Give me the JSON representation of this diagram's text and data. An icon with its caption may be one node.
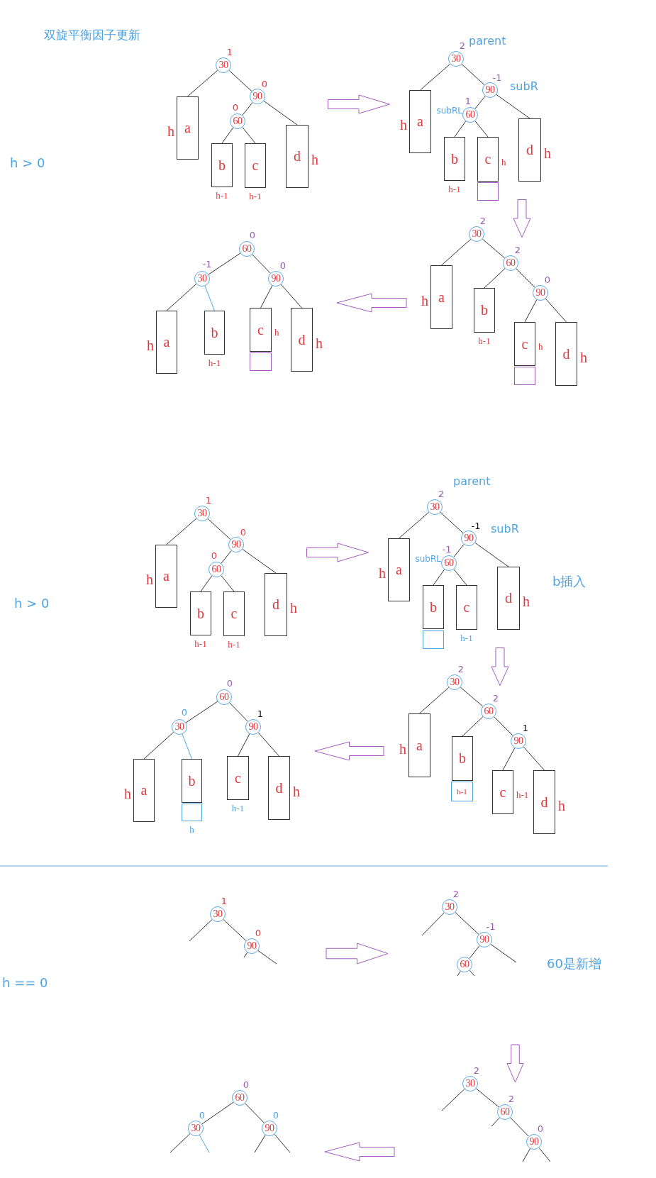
{
  "diagram": {
    "title": "双旋平衡因子更新",
    "nodes": [
      {
        "text": [
          "30"
        ],
        "beside": [
          "1"
        ]
      },
      {
        "text": [
          "90"
        ],
        "beside": [
          "0"
        ]
      },
      {
        "text": [
          "60"
        ],
        "beside": [
          "0"
        ]
      },
      {
        "text": [
          "a"
        ],
        "beside": [
          "h"
        ]
      },
      {
        "text": [
          "b"
        ],
        "beside": [
          "h-1"
        ]
      },
      {
        "text": [
          "c"
        ],
        "beside": [
          "h-1"
        ]
      },
      {
        "text": [
          "d"
        ],
        "beside": [
          "h"
        ]
      },
      {
        "text": [
          "30"
        ],
        "beside": [
          "2",
          "parent"
        ]
      },
      {
        "text": [
          "90"
        ],
        "beside": [
          "-1",
          "subR"
        ]
      },
      {
        "text": [
          "60"
        ],
        "beside": [
          "1",
          "subRL"
        ]
      },
      {
        "text": [
          "a"
        ],
        "beside": [
          "h"
        ]
      },
      {
        "text": [
          "b"
        ],
        "beside": [
          "h-1"
        ]
      },
      {
        "text": [
          "c"
        ],
        "beside": [
          "h"
        ]
      },
      {
        "text": [
          "d"
        ],
        "beside": [
          "h"
        ]
      },
      {
        "text": [],
        "shape": "box"
      },
      {
        "text": [
          "30"
        ],
        "beside": [
          "2"
        ]
      },
      {
        "text": [
          "60"
        ],
        "beside": [
          "2"
        ]
      },
      {
        "text": [
          "90"
        ],
        "beside": [
          "0"
        ]
      },
      {
        "text": [
          "a"
        ],
        "beside": [
          "h"
        ]
      },
      {
        "text": [
          "b"
        ],
        "beside": [
          "h-1"
        ]
      },
      {
        "text": [
          "c"
        ],
        "beside": [
          "h"
        ]
      },
      {
        "text": [
          "d"
        ],
        "beside": [
          "h"
        ]
      },
      {
        "text": [],
        "shape": "box"
      },
      {
        "text": [
          "60"
        ],
        "beside": [
          "0"
        ]
      },
      {
        "text": [
          "30"
        ],
        "beside": [
          "-1"
        ]
      },
      {
        "text": [
          "90"
        ],
        "beside": [
          "0"
        ]
      },
      {
        "text": [
          "a"
        ],
        "beside": [
          "h"
        ]
      },
      {
        "text": [
          "b"
        ],
        "beside": [
          "h-1"
        ]
      },
      {
        "text": [
          "c"
        ],
        "beside": [
          "h"
        ]
      },
      {
        "text": [
          "d"
        ],
        "beside": [
          "h"
        ]
      },
      {
        "text": [],
        "shape": "box"
      },
      {
        "text": [
          "30"
        ],
        "beside": [
          "1"
        ]
      },
      {
        "text": [
          "90"
        ],
        "beside": [
          "0"
        ]
      },
      {
        "text": [
          "60"
        ],
        "beside": [
          "0"
        ]
      },
      {
        "text": [
          "a"
        ],
        "beside": [
          "h"
        ]
      },
      {
        "text": [
          "b"
        ],
        "beside": [
          "h-1"
        ]
      },
      {
        "text": [
          "c"
        ],
        "beside": [
          "h-1"
        ]
      },
      {
        "text": [
          "d"
        ],
        "beside": [
          "h"
        ]
      },
      {
        "text": [
          "30"
        ],
        "beside": [
          "2",
          "parent"
        ]
      },
      {
        "text": [
          "90"
        ],
        "beside": [
          "-1",
          "subR"
        ]
      },
      {
        "text": [
          "60"
        ],
        "beside": [
          "-1",
          "subRL"
        ]
      },
      {
        "text": [
          "a"
        ],
        "beside": [
          "h"
        ]
      },
      {
        "text": [
          "b"
        ]
      },
      {
        "text": [
          "c"
        ],
        "beside": [
          "h-1"
        ]
      },
      {
        "text": [
          "d"
        ],
        "beside": [
          "h"
        ]
      },
      {
        "text": [],
        "shape": "box"
      },
      {
        "text": [
          "30"
        ],
        "beside": [
          "2"
        ]
      },
      {
        "text": [
          "60"
        ],
        "beside": [
          "2"
        ]
      },
      {
        "text": [
          "90"
        ],
        "beside": [
          "1"
        ]
      },
      {
        "text": [
          "a"
        ],
        "beside": [
          "h"
        ]
      },
      {
        "text": [
          "b"
        ]
      },
      {
        "text": [
          "c"
        ],
        "beside": [
          "h-1"
        ]
      },
      {
        "text": [
          "d"
        ],
        "beside": [
          "h"
        ]
      },
      {
        "text": [
          "h-1"
        ]
      },
      {
        "text": [
          "60"
        ],
        "beside": [
          "0"
        ]
      },
      {
        "text": [
          "30"
        ],
        "beside": [
          "0"
        ]
      },
      {
        "text": [
          "90"
        ],
        "beside": [
          "1"
        ]
      },
      {
        "text": [
          "a"
        ],
        "beside": [
          "h"
        ]
      },
      {
        "text": [
          "b"
        ]
      },
      {
        "text": [
          "c"
        ],
        "beside": [
          "h-1"
        ]
      },
      {
        "text": [
          "d"
        ],
        "beside": [
          "h"
        ]
      },
      {
        "text": [],
        "shape": "box",
        "beside": [
          "h"
        ]
      },
      {
        "text": [
          "30"
        ],
        "beside": [
          "1"
        ]
      },
      {
        "text": [
          "90"
        ],
        "beside": [
          "0"
        ]
      },
      {
        "text": [
          "30"
        ],
        "beside": [
          "2"
        ]
      },
      {
        "text": [
          "90"
        ],
        "beside": [
          "-1"
        ]
      },
      {
        "text": [
          "60"
        ]
      },
      {
        "text": [
          "30"
        ],
        "beside": [
          "2"
        ]
      },
      {
        "text": [
          "60"
        ],
        "beside": [
          "2"
        ]
      },
      {
        "text": [
          "90"
        ],
        "beside": [
          "0"
        ]
      },
      {
        "text": [
          "60"
        ],
        "beside": [
          "0"
        ]
      },
      {
        "text": [
          "30"
        ],
        "beside": [
          "0"
        ]
      },
      {
        "text": [
          "90"
        ],
        "beside": [
          "0"
        ]
      }
    ],
    "edges": [
      {
        "from": 0,
        "to": 1,
        "arrow": "none"
      },
      {
        "from": 0,
        "to": 3,
        "arrow": "none"
      },
      {
        "from": 1,
        "to": 2,
        "arrow": "none"
      },
      {
        "from": 1,
        "to": 6,
        "arrow": "none"
      },
      {
        "from": 2,
        "to": 4,
        "arrow": "none"
      },
      {
        "from": 2,
        "to": 5,
        "arrow": "none"
      },
      {
        "from": 7,
        "to": 8,
        "arrow": "none"
      },
      {
        "from": 7,
        "to": 10,
        "arrow": "none"
      },
      {
        "from": 8,
        "to": 9,
        "arrow": "none"
      },
      {
        "from": 8,
        "to": 13,
        "arrow": "none"
      },
      {
        "from": 9,
        "to": 11,
        "arrow": "none"
      },
      {
        "from": 9,
        "to": 12,
        "arrow": "none"
      },
      {
        "from": 15,
        "to": 16,
        "arrow": "none"
      },
      {
        "from": 15,
        "to": 18,
        "arrow": "none"
      },
      {
        "from": 16,
        "to": 19,
        "arrow": "none"
      },
      {
        "from": 16,
        "to": 17,
        "arrow": "none"
      },
      {
        "from": 17,
        "to": 20,
        "arrow": "none"
      },
      {
        "from": 17,
        "to": 21,
        "arrow": "none"
      },
      {
        "from": 23,
        "to": 24,
        "arrow": "none"
      },
      {
        "from": 23,
        "to": 25,
        "arrow": "none"
      },
      {
        "from": 24,
        "to": 26,
        "arrow": "none"
      },
      {
        "from": 24,
        "to": 27,
        "arrow": "none",
        "color": "#4ea5e6"
      },
      {
        "from": 25,
        "to": 28,
        "arrow": "none"
      },
      {
        "from": 25,
        "to": 29,
        "arrow": "none"
      },
      {
        "from": 31,
        "to": 32,
        "arrow": "none"
      },
      {
        "from": 31,
        "to": 34,
        "arrow": "none"
      },
      {
        "from": 32,
        "to": 33,
        "arrow": "none"
      },
      {
        "from": 32,
        "to": 37,
        "arrow": "none"
      },
      {
        "from": 33,
        "to": 35,
        "arrow": "none"
      },
      {
        "from": 33,
        "to": 36,
        "arrow": "none"
      },
      {
        "from": 38,
        "to": 39,
        "arrow": "none"
      },
      {
        "from": 38,
        "to": 41,
        "arrow": "none"
      },
      {
        "from": 39,
        "to": 40,
        "arrow": "none"
      },
      {
        "from": 39,
        "to": 44,
        "arrow": "none"
      },
      {
        "from": 40,
        "to": 42,
        "arrow": "none"
      },
      {
        "from": 40,
        "to": 43,
        "arrow": "none"
      },
      {
        "from": 46,
        "to": 47,
        "arrow": "none"
      },
      {
        "from": 46,
        "to": 49,
        "arrow": "none"
      },
      {
        "from": 47,
        "to": 50,
        "arrow": "none"
      },
      {
        "from": 47,
        "to": 48,
        "arrow": "none"
      },
      {
        "from": 48,
        "to": 51,
        "arrow": "none"
      },
      {
        "from": 48,
        "to": 52,
        "arrow": "none"
      },
      {
        "from": 54,
        "to": 55,
        "arrow": "none"
      },
      {
        "from": 54,
        "to": 56,
        "arrow": "none"
      },
      {
        "from": 55,
        "to": 57,
        "arrow": "none"
      },
      {
        "from": 55,
        "to": 58,
        "arrow": "none",
        "color": "#4ea5e6"
      },
      {
        "from": 56,
        "to": 59,
        "arrow": "none"
      },
      {
        "from": 56,
        "to": 60,
        "arrow": "none"
      },
      {
        "from": 62,
        "to": 63,
        "arrow": "none"
      },
      {
        "from": 62,
        "to": null,
        "arrow": "none"
      },
      {
        "from": 63,
        "to": null,
        "arrow": "none"
      },
      {
        "from": 63,
        "to": null,
        "arrow": "none"
      },
      {
        "from": 64,
        "to": 65,
        "arrow": "none"
      },
      {
        "from": 65,
        "to": 66,
        "arrow": "none"
      },
      {
        "from": 64,
        "to": null,
        "arrow": "none"
      },
      {
        "from": 65,
        "to": null,
        "arrow": "none"
      },
      {
        "from": 66,
        "to": null,
        "arrow": "none"
      },
      {
        "from": 66,
        "to": null,
        "arrow": "none"
      },
      {
        "from": 67,
        "to": 68,
        "arrow": "none"
      },
      {
        "from": 68,
        "to": 69,
        "arrow": "none"
      },
      {
        "from": 67,
        "to": null,
        "arrow": "none"
      },
      {
        "from": 68,
        "to": null,
        "arrow": "none"
      },
      {
        "from": 69,
        "to": null,
        "arrow": "none"
      },
      {
        "from": 69,
        "to": null,
        "arrow": "none"
      },
      {
        "from": 70,
        "to": 71,
        "arrow": "none"
      },
      {
        "from": 70,
        "to": 72,
        "arrow": "none"
      },
      {
        "from": 71,
        "to": null,
        "arrow": "none"
      },
      {
        "from": 71,
        "to": null,
        "arrow": "none",
        "color": "#4ea5e6"
      },
      {
        "from": 72,
        "to": null,
        "arrow": "none"
      },
      {
        "from": 72,
        "to": null,
        "arrow": "none"
      },
      {
        "from": 6,
        "to": 10,
        "arrow": "to",
        "style": "thick",
        "color": "#a35bbf"
      },
      {
        "from": 13,
        "to": 16,
        "arrow": "to",
        "style": "thick",
        "color": "#a35bbf"
      },
      {
        "from": 18,
        "to": 29,
        "arrow": "to",
        "style": "thick",
        "color": "#a35bbf"
      },
      {
        "from": 37,
        "to": 41,
        "arrow": "to",
        "style": "thick",
        "color": "#a35bbf"
      },
      {
        "from": 44,
        "to": 47,
        "arrow": "to",
        "style": "thick",
        "color": "#a35bbf"
      },
      {
        "from": 49,
        "to": 60,
        "arrow": "to",
        "style": "thick",
        "color": "#a35bbf"
      }
    ],
    "labels": [
      "h > 0",
      "b插入",
      "h > 0",
      "60是新增",
      "h == 0"
    ]
  }
}
